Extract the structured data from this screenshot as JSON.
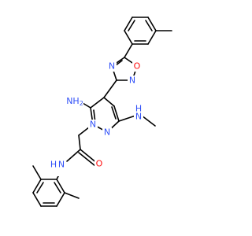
{
  "colors": {
    "background": "#ffffff",
    "bond": "#000000",
    "nitrogen": "#3050F8",
    "oxygen": "#FF0D0D"
  },
  "labels": {
    "oxadiazole_n_top": "N",
    "oxadiazole_o": "O",
    "oxadiazole_n_bottom": "N",
    "amino": "NH",
    "amino_sub": "2",
    "pyrazole_n1": "N",
    "pyrazole_n2": "N",
    "methylamino": "N",
    "methylamino_h": "H",
    "amide_n": "N",
    "amide_h": "H",
    "amide_o": "O"
  }
}
